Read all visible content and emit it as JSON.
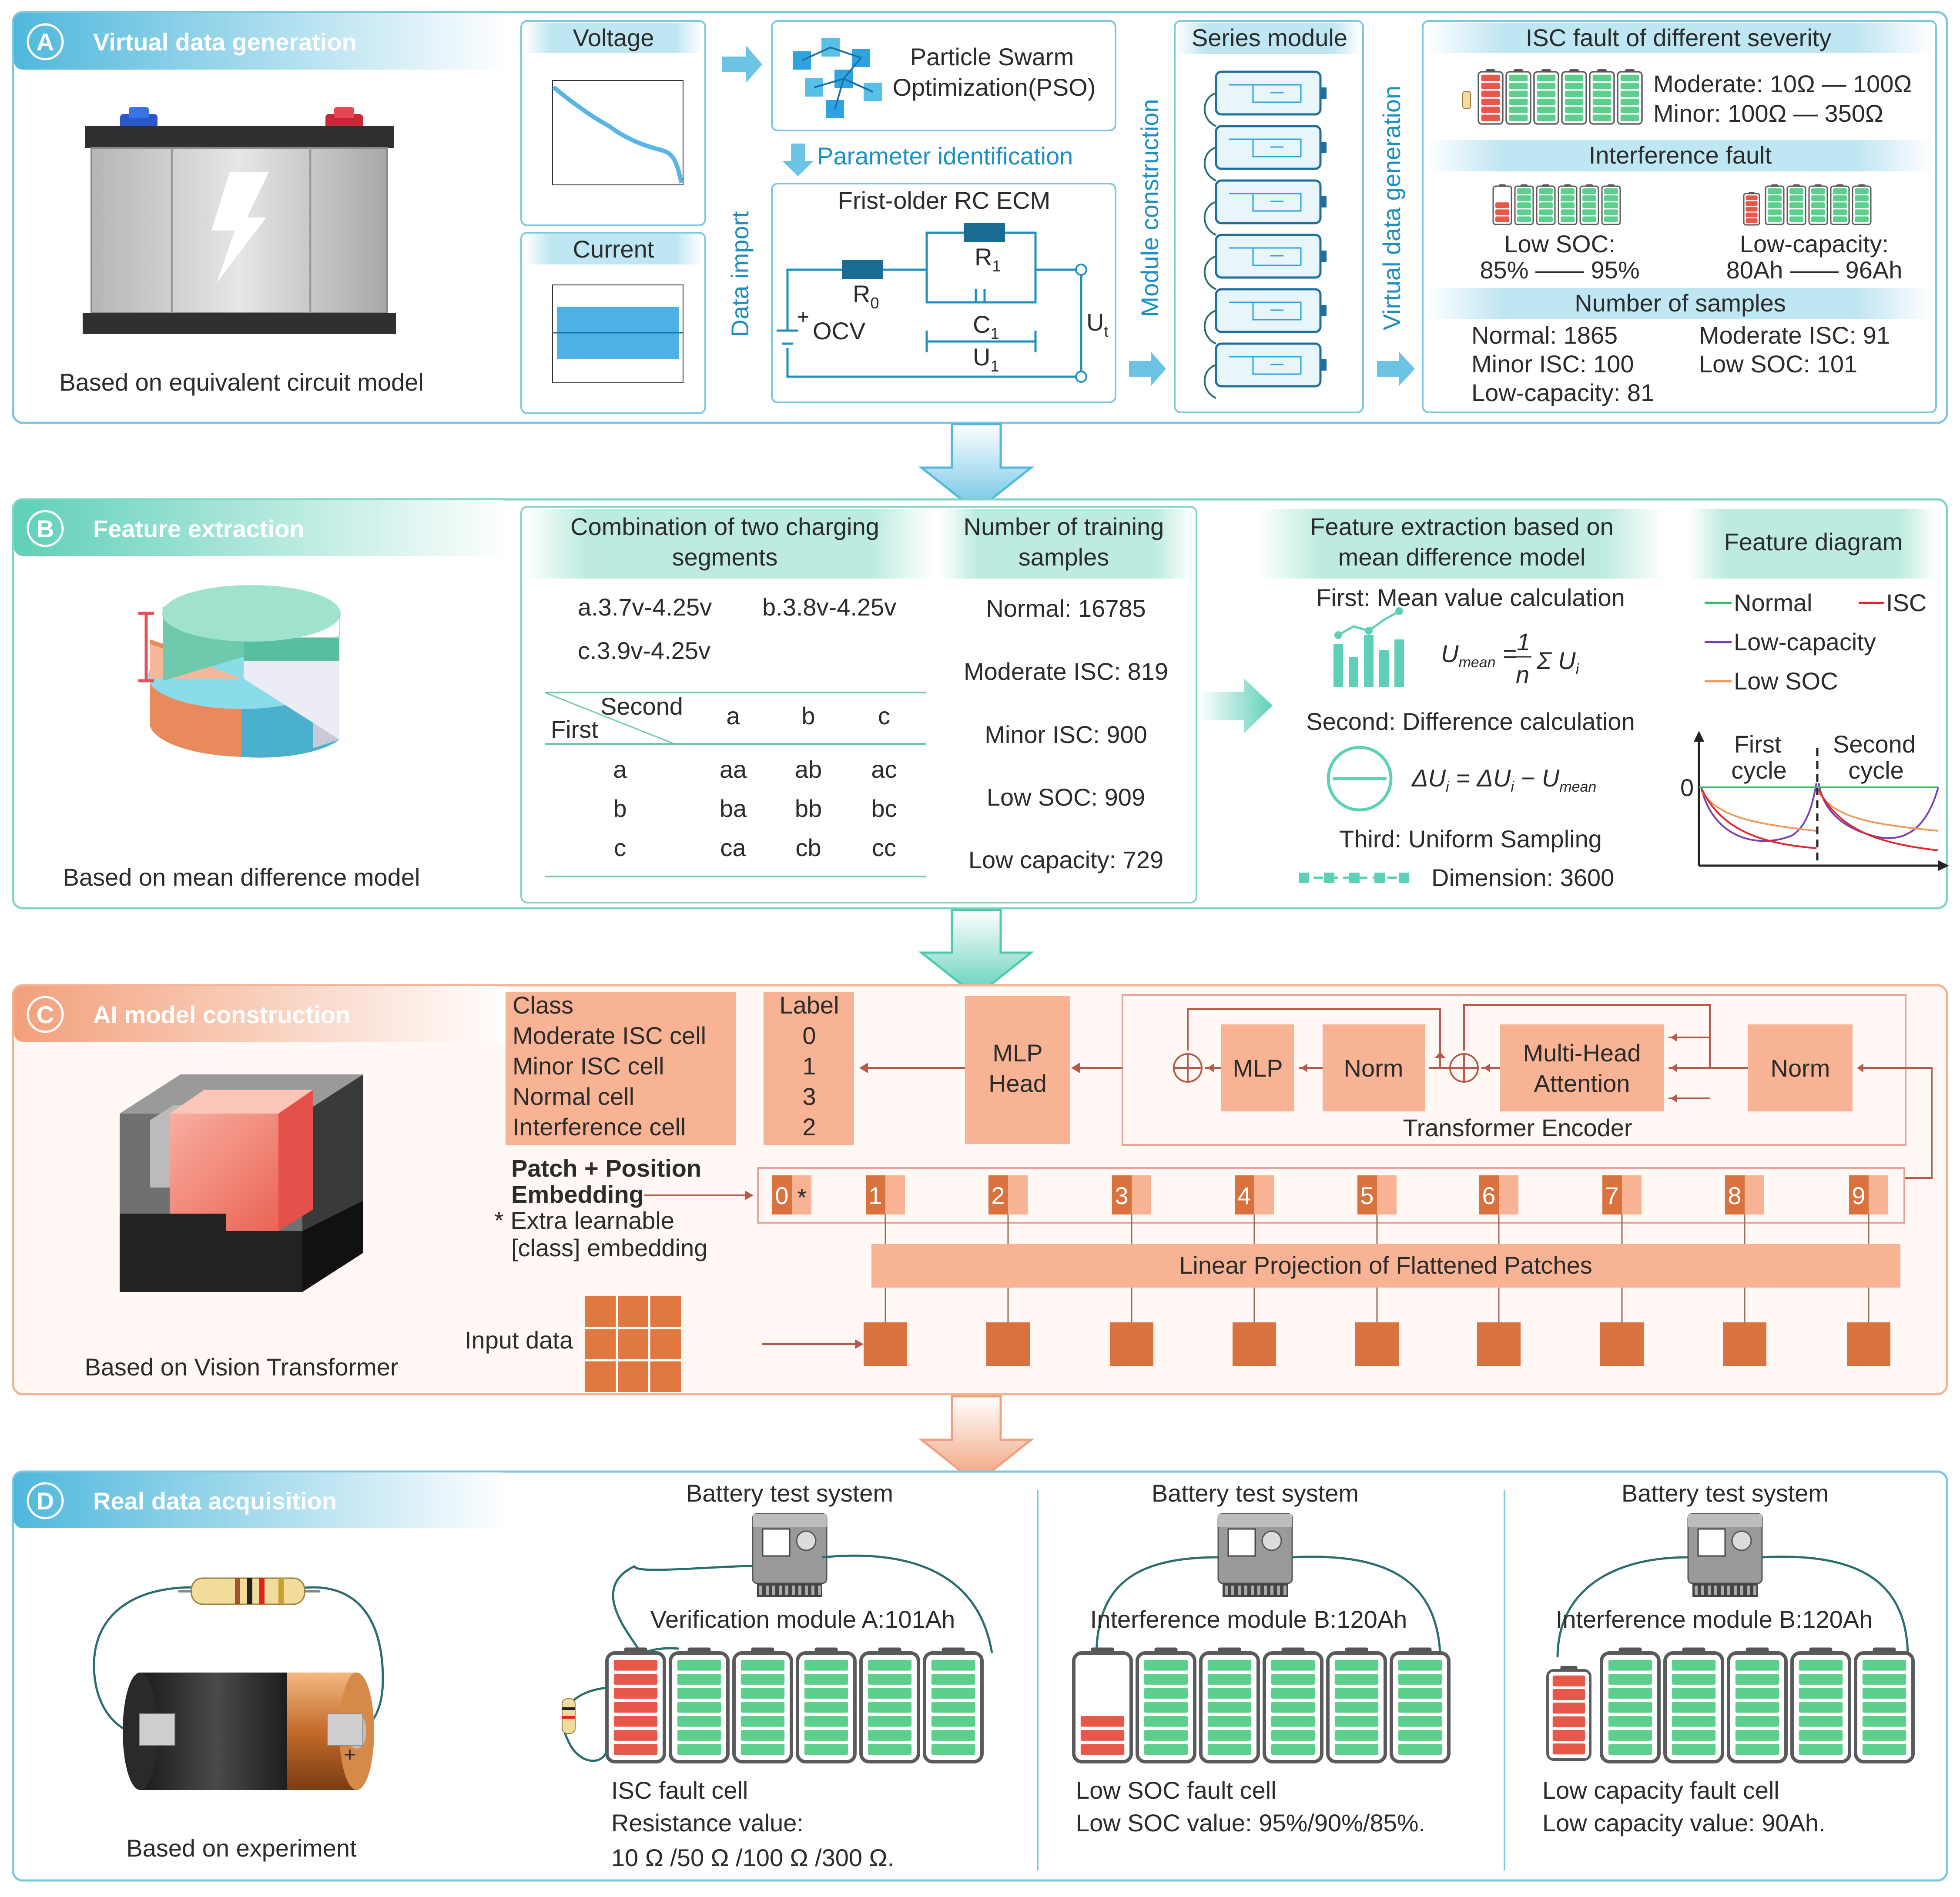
{
  "colors": {
    "blue_accent": "#4fb8dc",
    "teal_accent": "#5fd0b8",
    "orange_accent": "#f2a07b",
    "orange_dark": "#d9723f",
    "fault_red": "#e8584a",
    "cell_green": "#5ccf8c"
  },
  "panelA": {
    "letter": "A",
    "title": "Virtual data generation",
    "caption": "Based on equivalent circuit model",
    "voltage": "Voltage",
    "current": "Current",
    "data_import": "Data import",
    "pso_line1": "Particle Swarm",
    "pso_line2": "Optimization(PSO)",
    "param_id": "Parameter identification",
    "ecm_title": "Frist-older RC ECM",
    "r0": "R0",
    "r1": "R1",
    "c1": "C1",
    "ocv": "OCV",
    "u1": "U1",
    "ut": "Ut",
    "module_construction": "Module construction",
    "series_module": "Series module",
    "virtual_data_generation": "Virtual data generation",
    "isc_title": "ISC fault of different severity",
    "isc_moderate": "Moderate: 10Ω — 100Ω",
    "isc_minor": "Minor: 100Ω — 350Ω",
    "interference_title": "Interference fault",
    "low_soc_label": "Low SOC:",
    "low_soc_range": "85% —— 95%",
    "low_cap_label": "Low-capacity:",
    "low_cap_range": "80Ah —— 96Ah",
    "samples_title": "Number of samples",
    "s_normal": "Normal: 1865",
    "s_moderate": "Moderate ISC: 91",
    "s_minor": "Minor ISC: 100",
    "s_lowsoc": "Low SOC: 101",
    "s_lowcap": "Low-capacity: 81"
  },
  "panelB": {
    "letter": "B",
    "title": "Feature extraction",
    "caption": "Based on mean difference model",
    "comb_title1": "Combination of two charging",
    "comb_title2": "segments",
    "seg_a": "a.3.7v-4.25v",
    "seg_b": "b.3.8v-4.25v",
    "seg_c": "c.3.9v-4.25v",
    "second": "Second",
    "first": "First",
    "cols": [
      "a",
      "b",
      "c"
    ],
    "rows": [
      {
        "head": "a",
        "cells": [
          "aa",
          "ab",
          "ac"
        ]
      },
      {
        "head": "b",
        "cells": [
          "ba",
          "bb",
          "bc"
        ]
      },
      {
        "head": "c",
        "cells": [
          "ca",
          "cb",
          "cc"
        ]
      }
    ],
    "train_title1": "Number of training",
    "train_title2": "samples",
    "train": [
      "Normal: 16785",
      "Moderate ISC: 819",
      "Minor ISC: 900",
      "Low SOC: 909",
      "Low capacity: 729"
    ],
    "fe_title1": "Feature extraction based on",
    "fe_title2": "mean difference model",
    "step1": "First: Mean value calculation",
    "eq1_lhs": "U",
    "eq1_sub": "mean",
    "eq1_rest": "= 1/n Σ U",
    "eq1_i": "i",
    "step2": "Second: Difference calculation",
    "eq2": "ΔUi = ΔUi − Umean",
    "step3": "Third: Uniform Sampling",
    "dimension": "Dimension: 3600",
    "fd_title": "Feature diagram",
    "legend_normal": "Normal",
    "legend_isc": "ISC",
    "legend_lowcap": "Low-capacity",
    "legend_lowsoc": "Low SOC",
    "first_cycle1": "First",
    "first_cycle2": "cycle",
    "second_cycle1": "Second",
    "second_cycle2": "cycle",
    "zero": "0"
  },
  "panelC": {
    "letter": "C",
    "title": "AI model construction",
    "caption": "Based on Vision Transformer",
    "class_head": "Class",
    "label_head": "Label",
    "classes": [
      {
        "name": "Moderate ISC cell",
        "label": "0"
      },
      {
        "name": "Minor ISC cell",
        "label": "1"
      },
      {
        "name": "Normal cell",
        "label": "3"
      },
      {
        "name": "Interference cell",
        "label": "2"
      }
    ],
    "mlp_head1": "MLP",
    "mlp_head2": "Head",
    "mlp": "MLP",
    "norm": "Norm",
    "mha1": "Multi-Head",
    "mha2": "Attention",
    "encoder": "Transformer Encoder",
    "patch1": "Patch + Position",
    "patch2": "Embedding",
    "extra1": "* Extra learnable",
    "extra2": "[class] embedding",
    "tokens": [
      "0",
      "1",
      "2",
      "3",
      "4",
      "5",
      "6",
      "7",
      "8",
      "9"
    ],
    "star": "*",
    "linear_proj": "Linear Projection of Flattened Patches",
    "input_data": "Input data"
  },
  "panelD": {
    "letter": "D",
    "title": "Real data acquisition",
    "caption": "Based on experiment",
    "bts": "Battery test system",
    "mod1": "Verification module A:101Ah",
    "mod2": "Interference module B:120Ah",
    "mod3": "Interference module B:120Ah",
    "d1_l1": "ISC fault cell",
    "d1_l2": "Resistance value:",
    "d1_l3": "10 Ω /50 Ω /100 Ω /300 Ω.",
    "d2_l1": "Low SOC fault cell",
    "d2_l2": "Low SOC value: 95%/90%/85%.",
    "d3_l1": "Low capacity fault cell",
    "d3_l2": "Low capacity value: 90Ah."
  }
}
